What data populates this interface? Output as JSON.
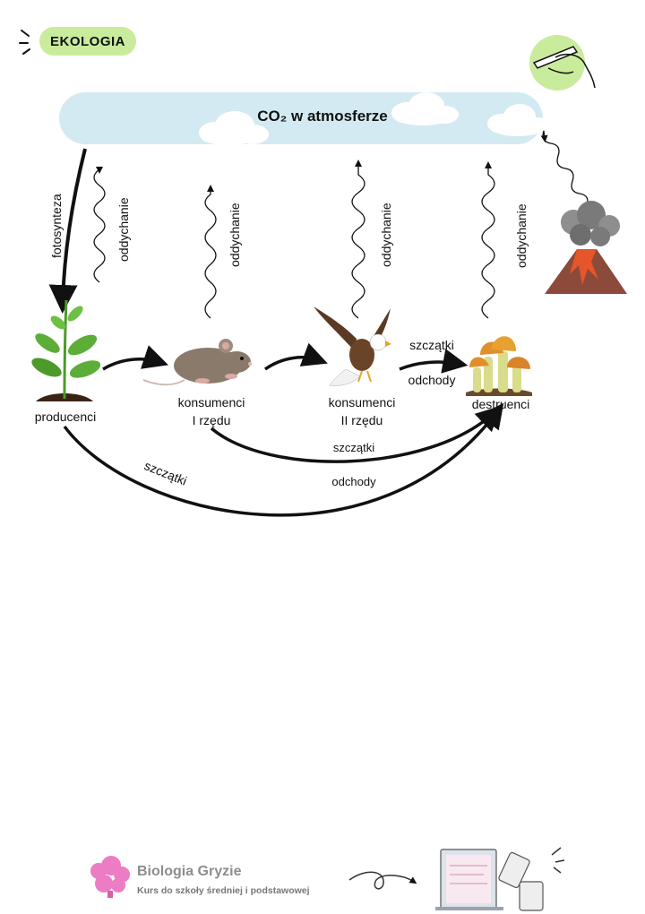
{
  "header": {
    "badge": "EKOLOGIA"
  },
  "atmosphere": {
    "title": "CO₂ w atmosferze"
  },
  "labels": {
    "photosynthesis": "fotosynteza",
    "respiration": "oddychanie",
    "producers": "producenci",
    "consumers1_line1": "konsumenci",
    "consumers1_line2": "I rzędu",
    "consumers2_line1": "konsumenci",
    "consumers2_line2": "II rzędu",
    "decomposers": "destruenci",
    "remains": "szczątki",
    "excreta": "odchody"
  },
  "footer": {
    "brand": "Biologia Gryzie",
    "tagline": "Kurs do szkoły średniej i podstawowej"
  },
  "colors": {
    "badge": "#c9ec9c",
    "banner": "#d4eaf2",
    "leaf": "#5cae38",
    "mouse": "#8a7a6b",
    "mushroom": "#e0902b",
    "lava": "#e6562a",
    "brain": "#ec7cc4"
  },
  "icons": [
    "sparkle-icon",
    "pen-hand-icon",
    "cloud-icon",
    "plant-icon",
    "mouse-icon",
    "eagle-icon",
    "mushroom-icon",
    "volcano-icon",
    "brain-icon",
    "devices-icon"
  ]
}
